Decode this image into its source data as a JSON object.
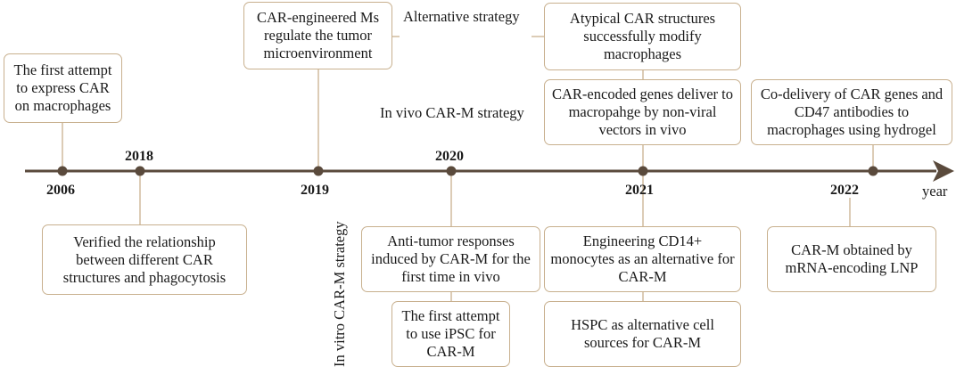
{
  "axis": {
    "label": "year"
  },
  "years": [
    "2006",
    "2018",
    "2019",
    "2020",
    "2021",
    "2022"
  ],
  "strategies": {
    "alternative": "Alternative strategy",
    "in_vivo": "In vivo CAR-M strategy",
    "in_vitro": "In vitro CAR-M strategy"
  },
  "events": {
    "e2006": "The first attempt to express CAR on macrophages",
    "e2018": "Verified the relationship between different CAR structures and phagocytosis",
    "e2019": "CAR-engineered Ms regulate the tumor microenvironment",
    "e2020_vivo": "Anti-tumor responses induced by CAR-M for the first time in vivo",
    "e2020_ipsc": "The first attempt to use iPSC for CAR-M",
    "e2021_atypical": "Atypical CAR structures successfully modify macrophages",
    "e2021_nonviral": "CAR-encoded genes deliver to macropahge by non-viral vectors in vivo",
    "e2021_cd14": "Engineering CD14+ monocytes as  an alternative for CAR-M",
    "e2021_hspc": "HSPC as alternative cell sources for CAR-M",
    "e2022_hydrogel": "Co-delivery of CAR genes and CD47 antibodies to macrophages using hydrogel",
    "e2022_lnp": "CAR-M obtained by mRNA-encoding LNP"
  },
  "colors": {
    "axis": "#5a4a3c",
    "box_border": "#c8b08e",
    "connector": "#c8b08e"
  }
}
